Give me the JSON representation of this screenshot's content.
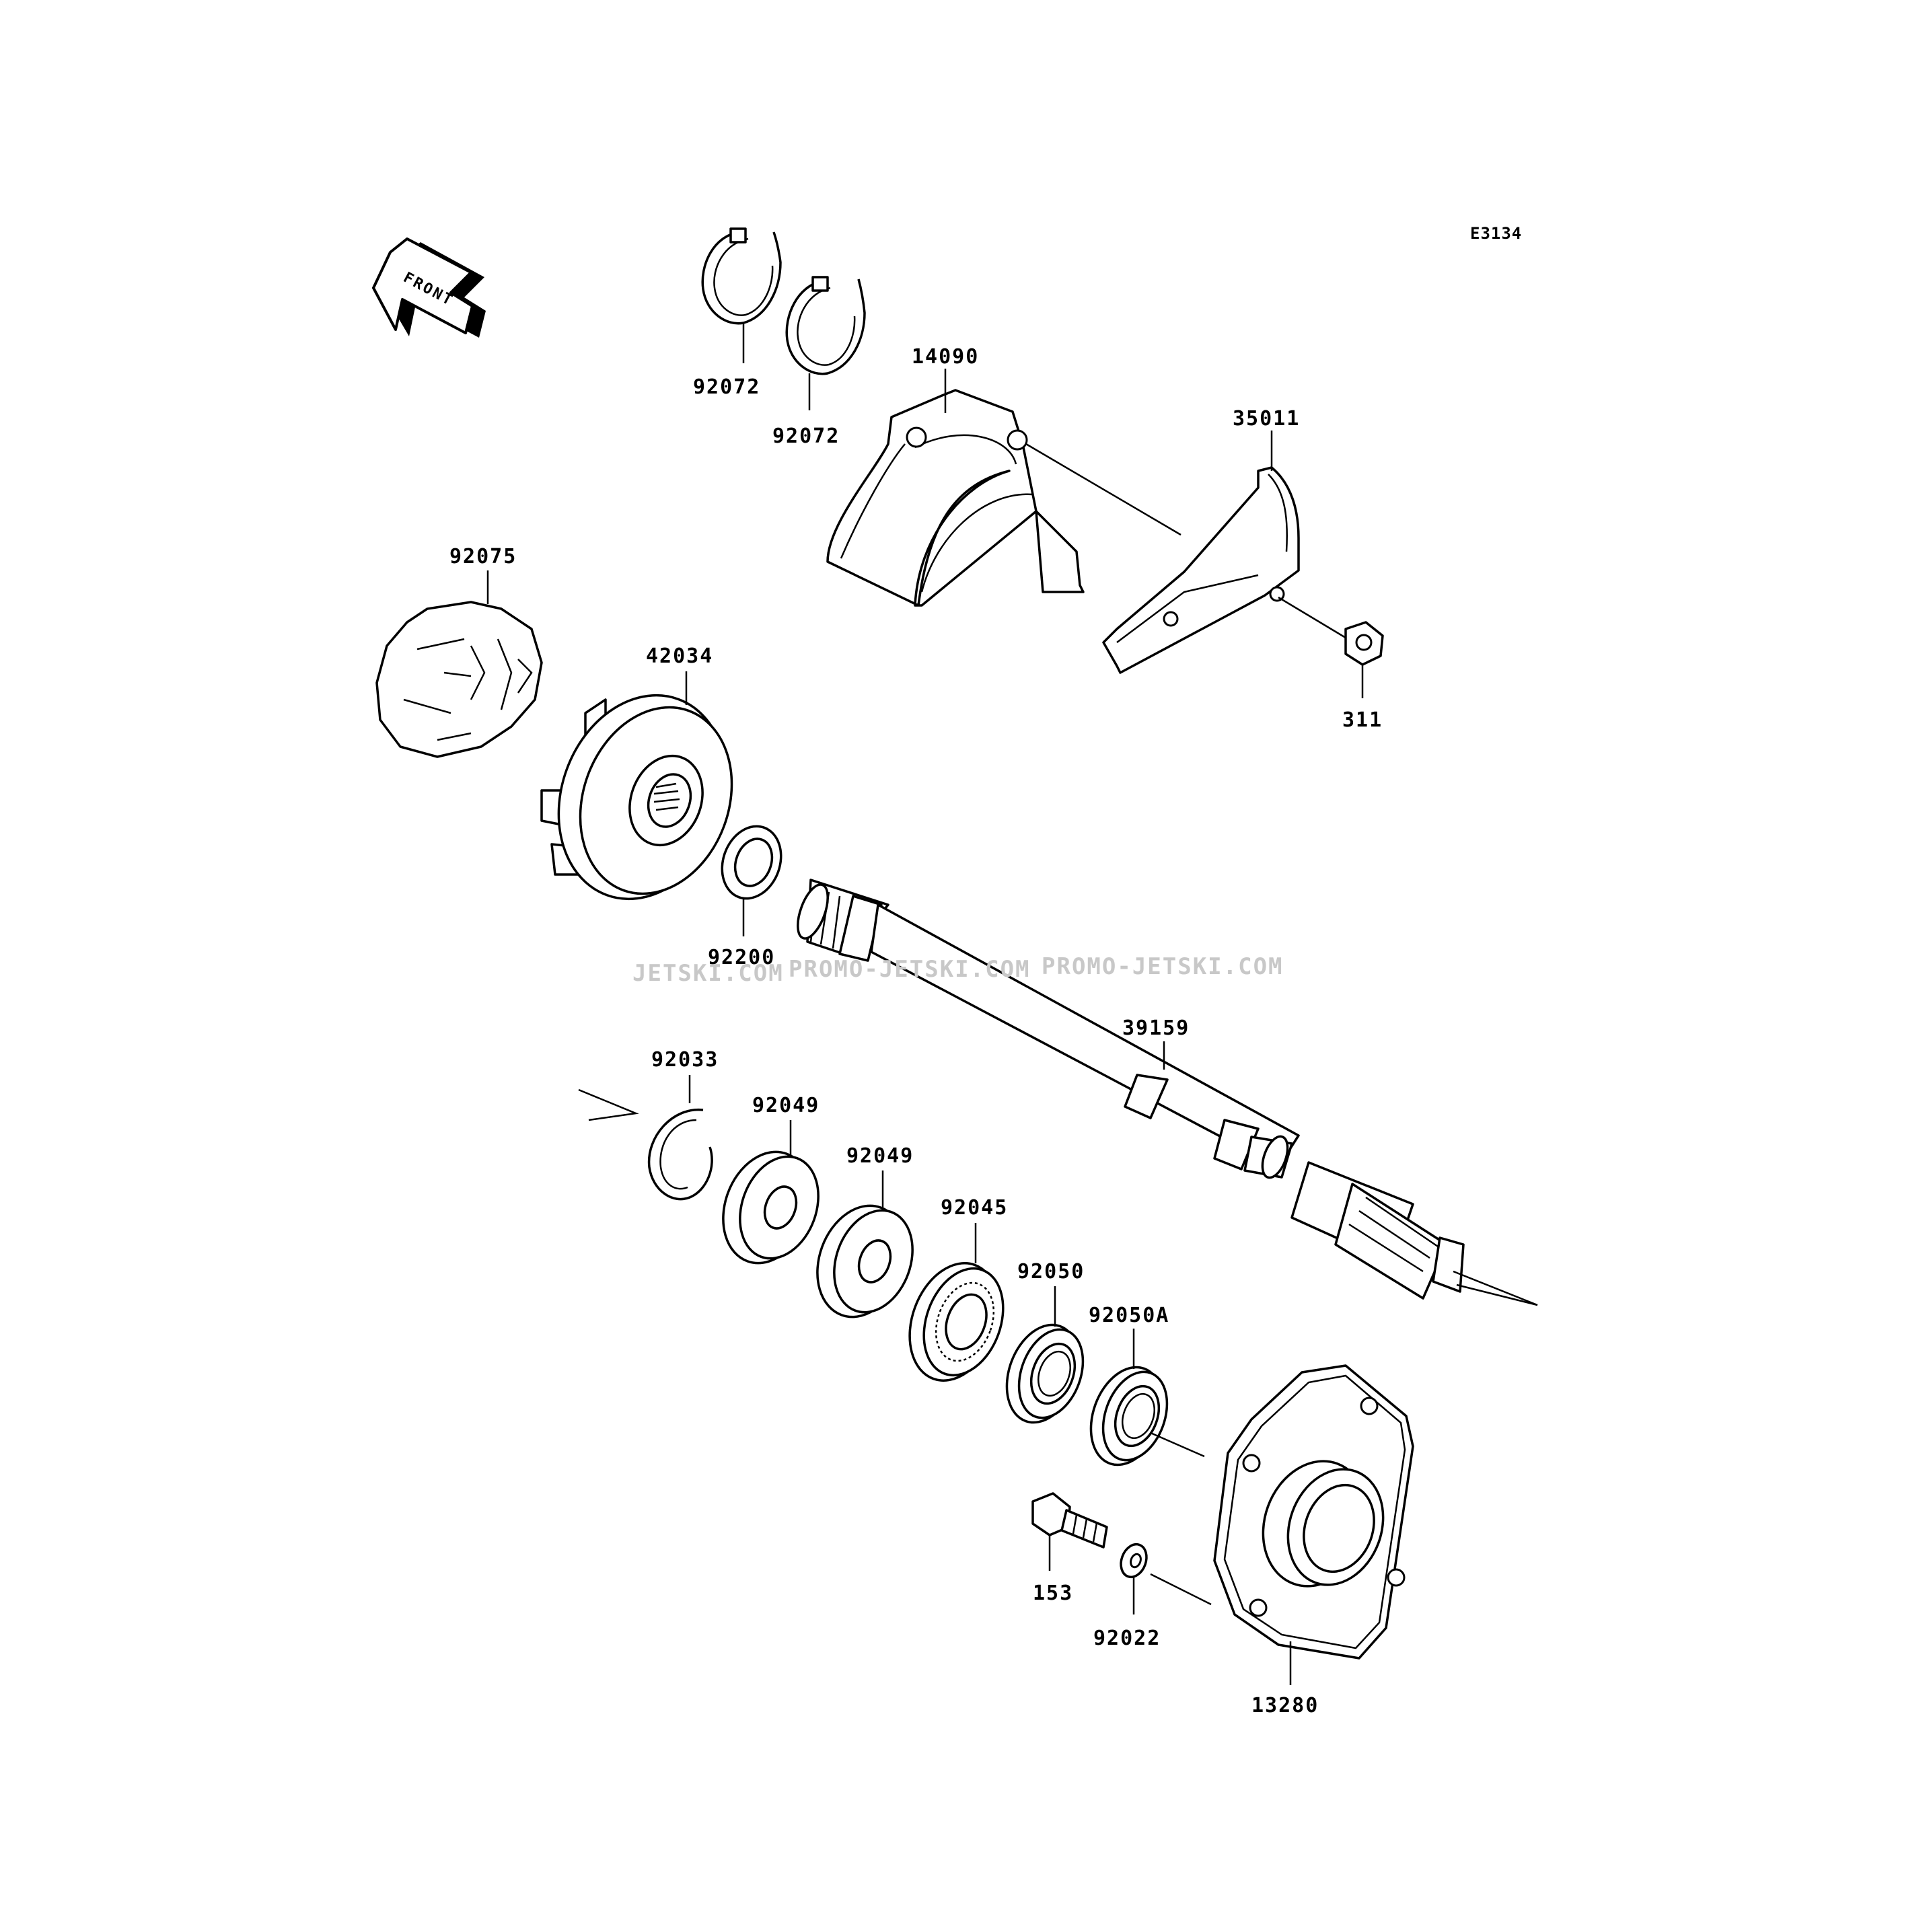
{
  "diagram_code": "E3134",
  "front_arrow_label": "FRONT",
  "watermarks": [
    "JETSKI.COM",
    "PROMO-JETSKI.COM",
    "PROMO-JETSKI.COM"
  ],
  "parts": {
    "clamp_a": "92072",
    "clamp_b": "92072",
    "cover": "14090",
    "bracket": "35011",
    "nut": "311",
    "coupling_damper": "92075",
    "coupling": "42034",
    "washer_shaft": "92200",
    "drive_shaft": "39159",
    "circlip": "92033",
    "collar_a": "92049",
    "collar_b": "92049",
    "ball_bearing": "92045",
    "oil_seal": "92050",
    "oil_seal_a": "92050A",
    "bearing_housing": "13280",
    "bolt": "153",
    "washer_bolt": "92022"
  }
}
